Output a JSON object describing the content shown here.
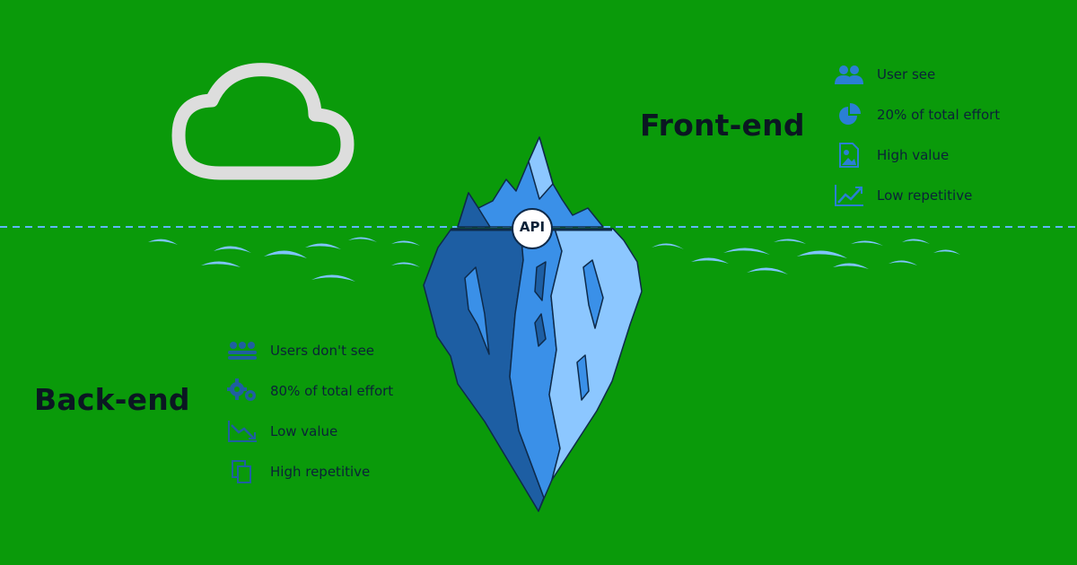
{
  "api": {
    "label": "API"
  },
  "front_end": {
    "heading": "Front-end",
    "items": [
      {
        "icon": "users-icon",
        "label": "User see"
      },
      {
        "icon": "pie-chart-icon",
        "label": "20% of total effort"
      },
      {
        "icon": "image-file-icon",
        "label": "High value"
      },
      {
        "icon": "trend-up-icon",
        "label": "Low repetitive"
      }
    ]
  },
  "back_end": {
    "heading": "Back-end",
    "items": [
      {
        "icon": "users-group-icon",
        "label": "Users don't see"
      },
      {
        "icon": "gears-icon",
        "label": "80% of total effort"
      },
      {
        "icon": "trend-down-icon",
        "label": "Low value"
      },
      {
        "icon": "copy-icon",
        "label": "High repetitive"
      }
    ]
  },
  "colors": {
    "background": "#0a9a0a",
    "ice_dark": "#1d5ea3",
    "ice_mid": "#3a90e8",
    "ice_light": "#8cc7ff",
    "ice_outline": "#0e2a4a",
    "waves": "#7fc4ff",
    "cloud": "#dddddd",
    "text": "#0b1722",
    "icon": "#2a7fd4"
  }
}
